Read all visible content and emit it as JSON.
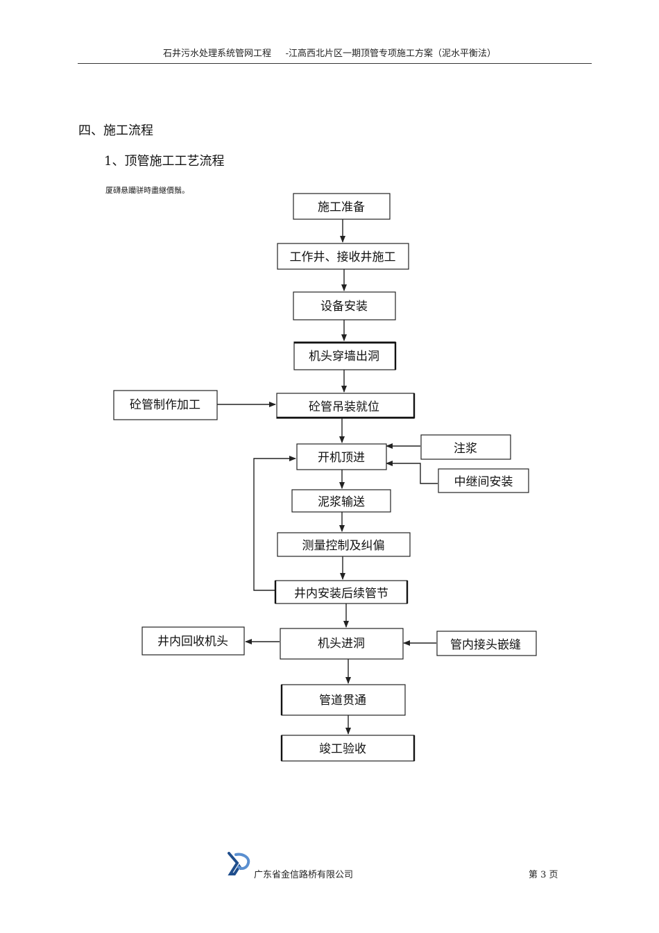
{
  "header": {
    "title": "石井污水处理系统管网工程     -江高西北片区一期顶管专项施工方案（泥水平衡法）"
  },
  "section": {
    "title": "四、施工流程",
    "subtitle": "1、顶管施工工艺流程",
    "note": "厦礴悬躪骈時盡継價鬚。"
  },
  "flowchart": {
    "steps": {
      "prepare": "施工准备",
      "shafts": "工作井、接收井施工",
      "equipment": "设备安装",
      "breakout": "机头穿墙出洞",
      "pipe_make": "砼管制作加工",
      "pipe_hoist": "砼管吊装就位",
      "grouting": "注浆",
      "jacking": "开机顶进",
      "relay": "中继间安装",
      "slurry": "泥浆输送",
      "survey": "测量控制及纠偏",
      "next_pipe": "井内安装后续管节",
      "recover": "井内回收机头",
      "head_in": "机头进洞",
      "joint_seal": "管内接头嵌缝",
      "through": "管道贯通",
      "complete": "竣工验收"
    }
  },
  "footer": {
    "company": "广东省金信路桥有限公司",
    "page": "第 3 页"
  },
  "colors": {
    "logo_primary": "#1f4e8c",
    "logo_secondary": "#5a8fd0"
  }
}
